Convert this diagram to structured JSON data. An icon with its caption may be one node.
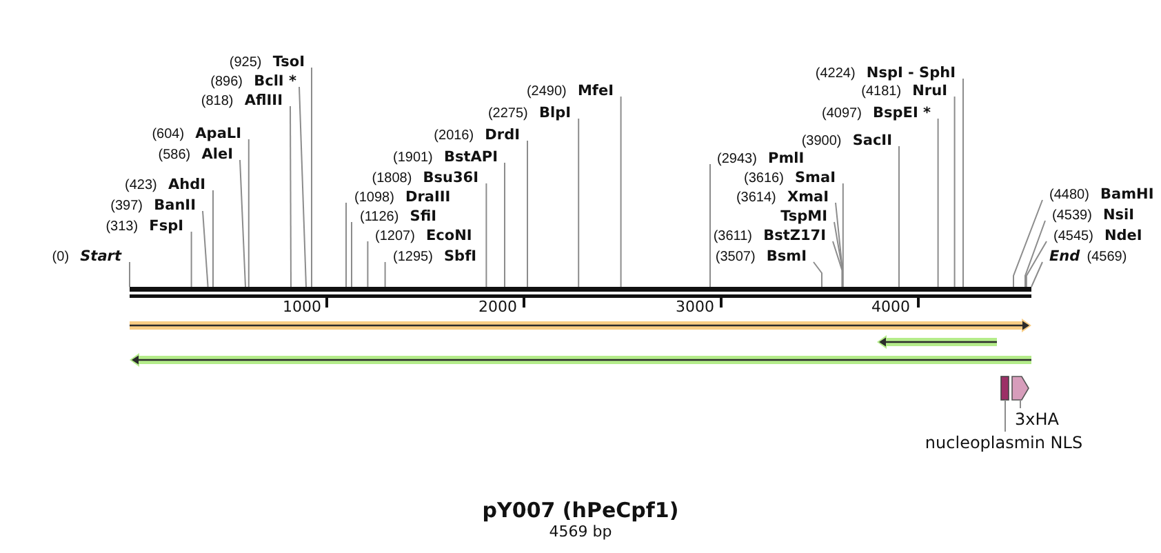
{
  "diagram": {
    "title": "pY007 (hPeCpf1)",
    "caption": "4569 bp",
    "nodes": [
      {
        "text": [
          "(0)",
          "Start"
        ]
      },
      {
        "text": [
          "(313)",
          "FspI"
        ]
      },
      {
        "text": [
          "(397)",
          "BanII"
        ]
      },
      {
        "text": [
          "(423)",
          "AhdI"
        ]
      },
      {
        "text": [
          "(586)",
          "AleI"
        ]
      },
      {
        "text": [
          "(604)",
          "ApaLI"
        ]
      },
      {
        "text": [
          "(818)",
          "AflIII"
        ]
      },
      {
        "text": [
          "(896)",
          "BclI *"
        ]
      },
      {
        "text": [
          "(925)",
          "TsoI"
        ]
      },
      {
        "text": [
          "(1098)",
          "DraIII"
        ]
      },
      {
        "text": [
          "(1126)",
          "SfiI"
        ]
      },
      {
        "text": [
          "(1207)",
          "EcoNI"
        ]
      },
      {
        "text": [
          "(1295)",
          "SbfI"
        ]
      },
      {
        "text": [
          "(1808)",
          "Bsu36I"
        ]
      },
      {
        "text": [
          "(1901)",
          "BstAPI"
        ]
      },
      {
        "text": [
          "(2016)",
          "DrdI"
        ]
      },
      {
        "text": [
          "(2275)",
          "BlpI"
        ]
      },
      {
        "text": [
          "(2490)",
          "MfeI"
        ]
      },
      {
        "text": [
          "(2943)",
          "PmlI"
        ]
      },
      {
        "text": [
          "(3507)",
          "BsmI"
        ]
      },
      {
        "text": [
          "(3611)",
          "BstZ17I"
        ]
      },
      {
        "text": [
          "(3614)",
          "XmaI"
        ]
      },
      {
        "text": [
          "TspMI"
        ]
      },
      {
        "text": [
          "(3616)",
          "SmaI"
        ]
      },
      {
        "text": [
          "(3900)",
          "SacII"
        ]
      },
      {
        "text": [
          "(4097)",
          "BspEI *"
        ]
      },
      {
        "text": [
          "(4181)",
          "NruI"
        ]
      },
      {
        "text": [
          "(4224)",
          "NspI - SphI"
        ]
      },
      {
        "text": [
          "(4480)",
          "BamHI"
        ]
      },
      {
        "text": [
          "(4539)",
          "NsiI"
        ]
      },
      {
        "text": [
          "(4545)",
          "NdeI"
        ]
      },
      {
        "text": [
          "End",
          "(4569)"
        ]
      },
      {
        "text": [],
        "shape": "bar"
      },
      {
        "text": [],
        "shape": "arrow"
      },
      {
        "text": [],
        "shape": "arrow"
      },
      {
        "text": [],
        "shape": "arrow"
      },
      {
        "text": [],
        "shape": "box"
      },
      {
        "text": [],
        "shape": "arrow"
      },
      {
        "text": [
          "3xHA"
        ]
      },
      {
        "text": [
          "nucleoplasmin NLS"
        ]
      }
    ],
    "edges": [
      {
        "from": 0,
        "to": 32,
        "arrow": "none"
      },
      {
        "from": 1,
        "to": 32,
        "arrow": "none"
      },
      {
        "from": 2,
        "to": 32,
        "arrow": "none"
      },
      {
        "from": 3,
        "to": 32,
        "arrow": "none"
      },
      {
        "from": 4,
        "to": 32,
        "arrow": "none"
      },
      {
        "from": 5,
        "to": 32,
        "arrow": "none"
      },
      {
        "from": 6,
        "to": 32,
        "arrow": "none"
      },
      {
        "from": 7,
        "to": 32,
        "arrow": "none"
      },
      {
        "from": 8,
        "to": 32,
        "arrow": "none"
      },
      {
        "from": 9,
        "to": 32,
        "arrow": "none"
      },
      {
        "from": 10,
        "to": 32,
        "arrow": "none"
      },
      {
        "from": 11,
        "to": 32,
        "arrow": "none"
      },
      {
        "from": 12,
        "to": 32,
        "arrow": "none"
      },
      {
        "from": 13,
        "to": 32,
        "arrow": "none"
      },
      {
        "from": 14,
        "to": 32,
        "arrow": "none"
      },
      {
        "from": 15,
        "to": 32,
        "arrow": "none"
      },
      {
        "from": 16,
        "to": 32,
        "arrow": "none"
      },
      {
        "from": 17,
        "to": 32,
        "arrow": "none"
      },
      {
        "from": 18,
        "to": 32,
        "arrow": "none"
      },
      {
        "from": 19,
        "to": 32,
        "arrow": "none"
      },
      {
        "from": 20,
        "to": 32,
        "arrow": "none"
      },
      {
        "from": 21,
        "to": 32,
        "arrow": "none"
      },
      {
        "from": 22,
        "to": 32,
        "arrow": "none"
      },
      {
        "from": 23,
        "to": 32,
        "arrow": "none"
      },
      {
        "from": 24,
        "to": 32,
        "arrow": "none"
      },
      {
        "from": 25,
        "to": 32,
        "arrow": "none"
      },
      {
        "from": 26,
        "to": 32,
        "arrow": "none"
      },
      {
        "from": 27,
        "to": 32,
        "arrow": "none"
      },
      {
        "from": 28,
        "to": 32,
        "arrow": "none"
      },
      {
        "from": 29,
        "to": 32,
        "arrow": "none"
      },
      {
        "from": 30,
        "to": 32,
        "arrow": "none"
      },
      {
        "from": 31,
        "to": 32,
        "arrow": "none"
      },
      {
        "from": 38,
        "to": 37,
        "arrow": "none"
      },
      {
        "from": 39,
        "to": 36,
        "arrow": "none"
      }
    ],
    "labels": [
      "1000",
      "2000",
      "3000",
      "4000"
    ]
  }
}
